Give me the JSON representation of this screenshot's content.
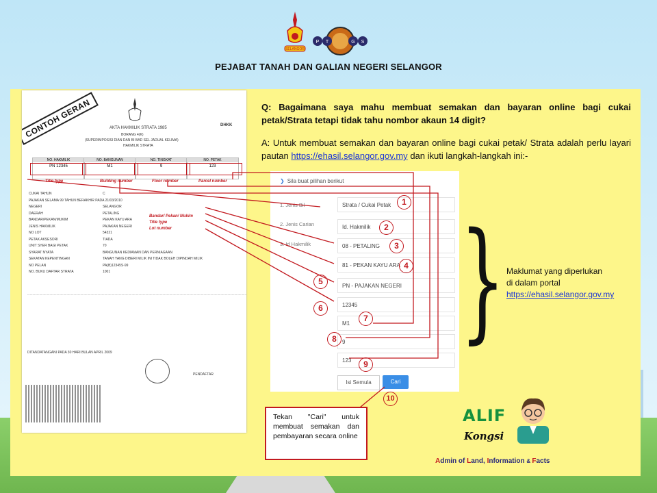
{
  "header": {
    "title": "PEJABAT TANAH DAN GALIAN NEGERI SELANGOR",
    "logo1_text": "SELANGOR",
    "logo2_letters": [
      "P",
      "T",
      "G",
      "S"
    ]
  },
  "question": "Q: Bagaimana saya mahu membuat semakan dan bayaran online bagi cukai petak/Strata tetapi tidak tahu nombor akaun 14 digit?",
  "answer": {
    "prefix": "A: Untuk membuat semakan dan bayaran online bagi cukai petak/ Strata adalah perlu layari pautan",
    "link": "https://ehasil.selangor.gov.my",
    "suffix": "dan ikuti langkah-langkah ini:-"
  },
  "document": {
    "stamp": "CONTOH GERAN",
    "code": "DHKK",
    "heading": [
      "AKTA HAKMILIK STRATA 1985",
      "BORANG 4(K)",
      "(SUPERIMPOSISI DIAN DAN BI BAD SEL JADUAL KELIMA)",
      "HAKMILIK STRATA"
    ],
    "table_headers": [
      "NO. HAKMILIK",
      "NO. BANGUNAN",
      "NO. TINGKAT",
      "NO. PETAK"
    ],
    "table_values": [
      "PN 12345",
      "M1",
      "9",
      "123"
    ],
    "labels": {
      "title_type": "Title type",
      "building": "Building number",
      "floor": "Floor number",
      "parcel": "Parcel number",
      "bandar": "Bandar/ Pekan/ Mukim",
      "title_type2": "Title type",
      "lot": "Lot number"
    },
    "rows": [
      [
        "CUKAI TAHUN",
        "C"
      ],
      [
        "PAJAKAN SELAMA 99 TAHUN BERAKHIR PADA 21/03/2010",
        ""
      ],
      [
        "NEGERI",
        "SELANGOR"
      ],
      [
        "DAERAH",
        "PETALING"
      ],
      [
        "BANDAR/PEKAN/MUKIM",
        "PEKAN KAYU ARA"
      ],
      [
        "JENIS HAKMILIK",
        "PAJAKAN NEGERI"
      ],
      [
        "NO LOT",
        "54321"
      ],
      [
        "PETAK AKSESORI",
        "TIADA"
      ],
      [
        "UNIT SYER BAGI PETAK",
        "70"
      ],
      [
        "SYARAT NYATA",
        "BANGUNAN KEDIAMAN DAN PERNIAGAAN"
      ],
      [
        "SEKATAN KEPENTINGAN",
        "TANAH YANG DIBERI MILIK INI TIDAK BOLEH DIPINDAH MILIK"
      ],
      [
        "NO PELAN",
        "PA(B)12345S-99"
      ],
      [
        "NO. BUKU DAFTAR STRATA",
        "1001"
      ]
    ],
    "footer_date": "DITANDATANGANI PADA 30 HARI BULAN APRIL 2009",
    "signer": "PENDAFTAR"
  },
  "form": {
    "heading": "Sila buat pilihan berikut",
    "labels": [
      "1. Jenis Bil",
      "2. Jenis Carian",
      "3. Id Hakmilik"
    ],
    "fields": [
      "Strata / Cukai Petak",
      "Id. Hakmilik",
      "08 - PETALING",
      "81 - PEKAN KAYU ARA",
      "PN - PAJAKAN NEGERI",
      "12345",
      "M1",
      "9",
      "123"
    ],
    "reset_label": "Isi Semula",
    "search_label": "Cari"
  },
  "step_numbers": [
    "1",
    "2",
    "3",
    "4",
    "5",
    "6",
    "7",
    "8",
    "9",
    "10"
  ],
  "info": {
    "line1": "Maklumat yang diperlukan",
    "line2": "di dalam portal",
    "link": "https://ehasil.selangor.gov.my"
  },
  "tip": "Tekan \"Cari\" untuk membuat semakan dan pembayaran secara online",
  "brand": {
    "name": "ALIF",
    "sub": "Kongsi",
    "tagline_parts": [
      "A",
      "dmin of ",
      "L",
      "and, ",
      "I",
      "nformation ",
      "& ",
      "F",
      "acts"
    ]
  },
  "colors": {
    "panel": "#fdf68a",
    "accent_red": "#c2191f",
    "link": "#1b35d6",
    "button": "#3a8ee6",
    "brand_green": "#16913e"
  }
}
